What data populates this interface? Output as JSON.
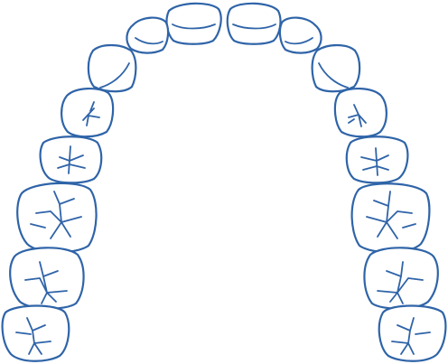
{
  "colors": {
    "stroke": "#2f64a8",
    "background": "#ffffff"
  },
  "arch": "upper",
  "teeth": [
    {
      "id": "left-central-incisor",
      "type": "incisor",
      "side": "left"
    },
    {
      "id": "right-central-incisor",
      "type": "incisor",
      "side": "right"
    },
    {
      "id": "left-lateral-incisor",
      "type": "lateral",
      "side": "left"
    },
    {
      "id": "right-lateral-incisor",
      "type": "lateral",
      "side": "right"
    },
    {
      "id": "left-canine",
      "type": "canine",
      "side": "left"
    },
    {
      "id": "right-canine",
      "type": "canine",
      "side": "right"
    },
    {
      "id": "left-first-premolar",
      "type": "premolar",
      "side": "left"
    },
    {
      "id": "right-first-premolar",
      "type": "premolar",
      "side": "right"
    },
    {
      "id": "left-second-premolar",
      "type": "premolar",
      "side": "left"
    },
    {
      "id": "right-second-premolar",
      "type": "premolar",
      "side": "right"
    },
    {
      "id": "left-first-molar",
      "type": "molar",
      "side": "left"
    },
    {
      "id": "right-first-molar",
      "type": "molar",
      "side": "right"
    },
    {
      "id": "left-second-molar",
      "type": "molar",
      "side": "left"
    },
    {
      "id": "right-second-molar",
      "type": "molar",
      "side": "right"
    },
    {
      "id": "left-third-molar",
      "type": "molar",
      "side": "left"
    },
    {
      "id": "right-third-molar",
      "type": "molar",
      "side": "right"
    }
  ]
}
